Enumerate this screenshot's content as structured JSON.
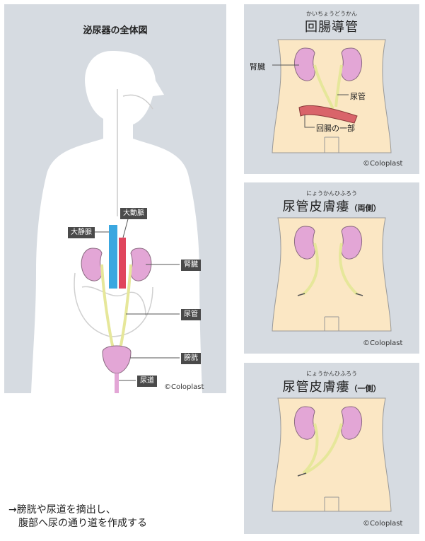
{
  "main": {
    "title": "泌尿器の全体図",
    "labels": {
      "vena_cava": "大静脈",
      "aorta": "大動脈",
      "kidney": "腎臓",
      "ureter": "尿管",
      "bladder": "膀胱",
      "urethra": "尿道"
    },
    "copyright": "©Coloplast"
  },
  "ileal": {
    "ruby": "かいちょうどうかん",
    "title": "回腸導管",
    "labels": {
      "kidney": "腎臓",
      "ureter": "尿管",
      "ileum": "回腸の一部"
    },
    "copyright": "©Coloplast"
  },
  "bilateral": {
    "ruby": "にょうかんひふろう",
    "title": "尿管皮膚瘻",
    "subtitle": "（両側）",
    "copyright": "©Coloplast"
  },
  "unilateral": {
    "ruby": "にょうかんひふろう",
    "title": "尿管皮膚瘻",
    "subtitle": "（一側）",
    "copyright": "©Coloplast"
  },
  "note": {
    "line1": "→膀胱や尿道を摘出し、",
    "line2": "腹部へ尿の通り道を作成する"
  },
  "colors": {
    "panel_bg": "#d6dbe1",
    "skin": "#fbe7c4",
    "kidney": "#e3a6d6",
    "ureter": "#e6e79a",
    "vein": "#3aa7e0",
    "artery": "#e0455d",
    "label_bg": "#4a4a4a"
  }
}
